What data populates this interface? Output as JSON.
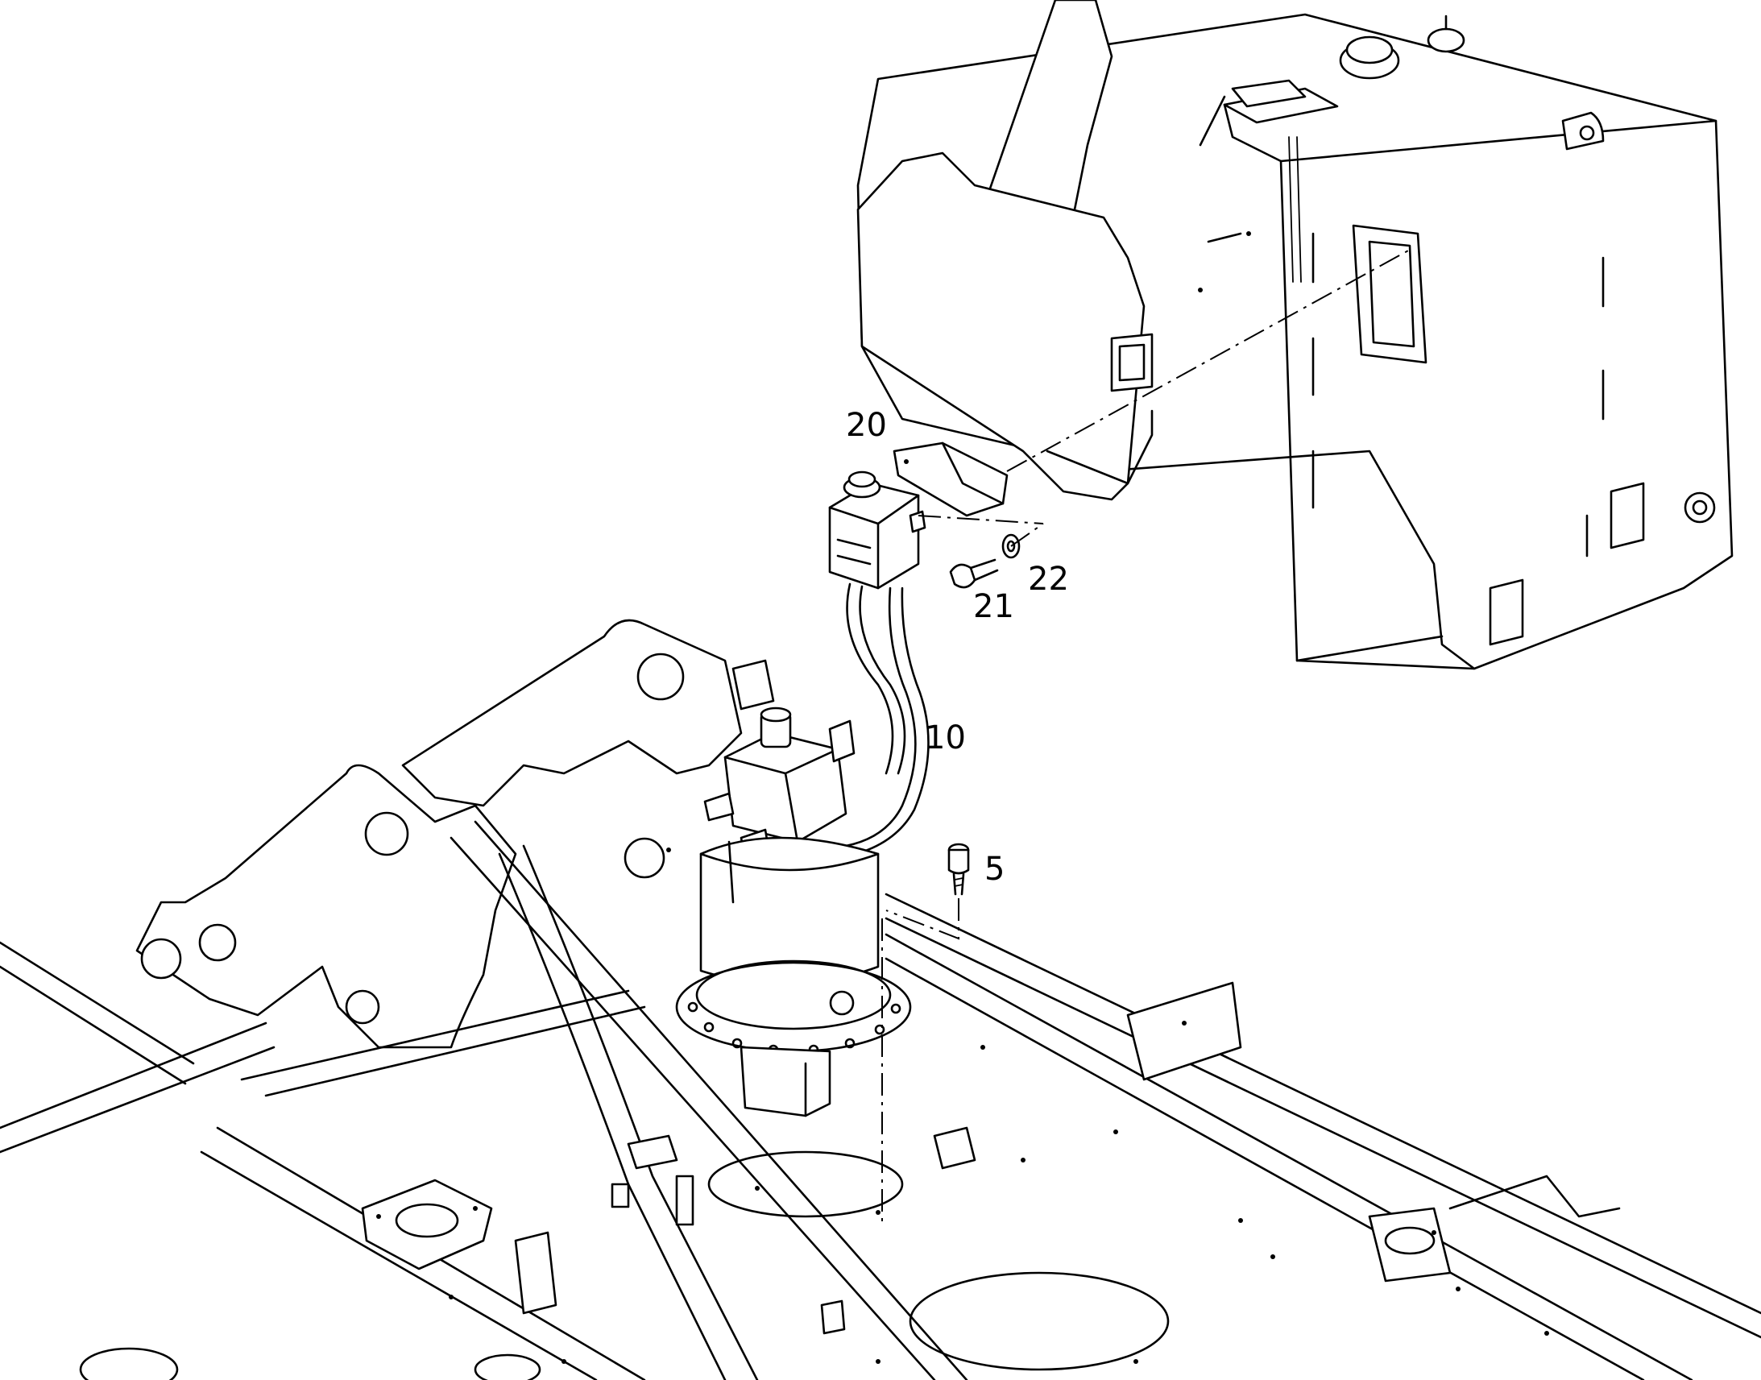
{
  "callouts": [
    {
      "id": "20",
      "label": "20"
    },
    {
      "id": "21",
      "label": "21"
    },
    {
      "id": "22",
      "label": "22"
    },
    {
      "id": "10",
      "label": "10"
    },
    {
      "id": "5",
      "label": "5"
    }
  ],
  "colors": {
    "line": "#000000",
    "background": "#ffffff"
  }
}
